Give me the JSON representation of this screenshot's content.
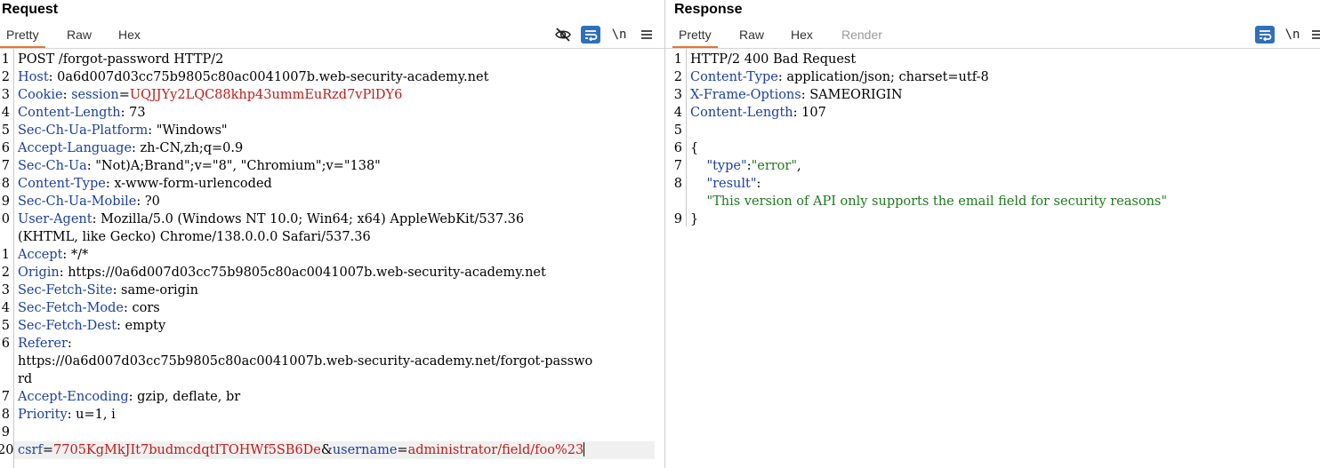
{
  "request": {
    "title": "Request",
    "tabs": [
      "Pretty",
      "Raw",
      "Hex"
    ],
    "active_tab": "Pretty",
    "tools": {
      "hide_icon": "eye-slash-icon",
      "wrap_icon": "wrap-icon",
      "newline_label": "\\n",
      "menu_icon": "hamburger-icon"
    },
    "lines": [
      {
        "n": "1",
        "parts": [
          {
            "t": "POST /forgot-password HTTP/2",
            "c": "val"
          }
        ]
      },
      {
        "n": "2",
        "parts": [
          {
            "t": "Host",
            "c": "hk"
          },
          {
            "t": ": 0a6d007d03cc75b9805c80ac0041007b.web-security-academy.net",
            "c": "val"
          }
        ]
      },
      {
        "n": "3",
        "parts": [
          {
            "t": "Cookie",
            "c": "hk"
          },
          {
            "t": ": ",
            "c": "val"
          },
          {
            "t": "session",
            "c": "hk"
          },
          {
            "t": "=",
            "c": "val"
          },
          {
            "t": "UQJJYy2LQC88khp43ummEuRzd7vPlDY6",
            "c": "red"
          }
        ]
      },
      {
        "n": "4",
        "parts": [
          {
            "t": "Content-Length",
            "c": "hk"
          },
          {
            "t": ": 73",
            "c": "val"
          }
        ]
      },
      {
        "n": "5",
        "parts": [
          {
            "t": "Sec-Ch-Ua-Platform",
            "c": "hk"
          },
          {
            "t": ": \"Windows\"",
            "c": "val"
          }
        ]
      },
      {
        "n": "6",
        "parts": [
          {
            "t": "Accept-Language",
            "c": "hk"
          },
          {
            "t": ": zh-CN,zh;q=0.9",
            "c": "val"
          }
        ]
      },
      {
        "n": "7",
        "parts": [
          {
            "t": "Sec-Ch-Ua",
            "c": "hk"
          },
          {
            "t": ": \"Not)A;Brand\";v=\"8\", \"Chromium\";v=\"138\"",
            "c": "val"
          }
        ]
      },
      {
        "n": "8",
        "parts": [
          {
            "t": "Content-Type",
            "c": "hk"
          },
          {
            "t": ": x-www-form-urlencoded",
            "c": "val"
          }
        ]
      },
      {
        "n": "9",
        "parts": [
          {
            "t": "Sec-Ch-Ua-Mobile",
            "c": "hk"
          },
          {
            "t": ": ?0",
            "c": "val"
          }
        ]
      },
      {
        "n": "0",
        "parts": [
          {
            "t": "User-Agent",
            "c": "hk"
          },
          {
            "t": ": Mozilla/5.0 (Windows NT 10.0; Win64; x64) AppleWebKit/537.36",
            "c": "val"
          }
        ]
      },
      {
        "n": "",
        "parts": [
          {
            "t": "(KHTML, like Gecko) Chrome/138.0.0.0 Safari/537.36",
            "c": "val"
          }
        ]
      },
      {
        "n": "1",
        "parts": [
          {
            "t": "Accept",
            "c": "hk"
          },
          {
            "t": ": */*",
            "c": "val"
          }
        ]
      },
      {
        "n": "2",
        "parts": [
          {
            "t": "Origin",
            "c": "hk"
          },
          {
            "t": ": https://0a6d007d03cc75b9805c80ac0041007b.web-security-academy.net",
            "c": "val"
          }
        ]
      },
      {
        "n": "3",
        "parts": [
          {
            "t": "Sec-Fetch-Site",
            "c": "hk"
          },
          {
            "t": ": same-origin",
            "c": "val"
          }
        ]
      },
      {
        "n": "4",
        "parts": [
          {
            "t": "Sec-Fetch-Mode",
            "c": "hk"
          },
          {
            "t": ": cors",
            "c": "val"
          }
        ]
      },
      {
        "n": "5",
        "parts": [
          {
            "t": "Sec-Fetch-Dest",
            "c": "hk"
          },
          {
            "t": ": empty",
            "c": "val"
          }
        ]
      },
      {
        "n": "6",
        "parts": [
          {
            "t": "Referer",
            "c": "hk"
          },
          {
            "t": ":",
            "c": "val"
          }
        ]
      },
      {
        "n": "",
        "parts": [
          {
            "t": "https://0a6d007d03cc75b9805c80ac0041007b.web-security-academy.net/forgot-passwo",
            "c": "val"
          }
        ]
      },
      {
        "n": "",
        "parts": [
          {
            "t": "rd",
            "c": "val"
          }
        ]
      },
      {
        "n": "7",
        "parts": [
          {
            "t": "Accept-Encoding",
            "c": "hk"
          },
          {
            "t": ": gzip, deflate, br",
            "c": "val"
          }
        ]
      },
      {
        "n": "8",
        "parts": [
          {
            "t": "Priority",
            "c": "hk"
          },
          {
            "t": ": u=1, i",
            "c": "val"
          }
        ]
      },
      {
        "n": "9",
        "parts": []
      },
      {
        "n": "20",
        "parts": [
          {
            "t": "csrf",
            "c": "hk"
          },
          {
            "t": "=",
            "c": "val"
          },
          {
            "t": "7705KgMkJIt7budmcdqtITOHWf5SB6De",
            "c": "red"
          },
          {
            "t": "&",
            "c": "val"
          },
          {
            "t": "username",
            "c": "hk"
          },
          {
            "t": "=",
            "c": "val"
          },
          {
            "t": "administrator/field/foo%23",
            "c": "red"
          }
        ],
        "current": true
      }
    ]
  },
  "response": {
    "title": "Response",
    "tabs": [
      "Pretty",
      "Raw",
      "Hex",
      "Render"
    ],
    "active_tab": "Pretty",
    "disabled_tab": "Render",
    "tools": {
      "wrap_icon": "wrap-icon",
      "newline_label": "\\n",
      "menu_icon": "hamburger-icon"
    },
    "lines": [
      {
        "n": "1",
        "parts": [
          {
            "t": "HTTP/2 400 Bad Request",
            "c": "val"
          }
        ]
      },
      {
        "n": "2",
        "parts": [
          {
            "t": "Content-Type",
            "c": "hk"
          },
          {
            "t": ": application/json; charset=utf-8",
            "c": "val"
          }
        ]
      },
      {
        "n": "3",
        "parts": [
          {
            "t": "X-Frame-Options",
            "c": "hk"
          },
          {
            "t": ": SAMEORIGIN",
            "c": "val"
          }
        ]
      },
      {
        "n": "4",
        "parts": [
          {
            "t": "Content-Length",
            "c": "hk"
          },
          {
            "t": ": 107",
            "c": "val"
          }
        ]
      },
      {
        "n": "5",
        "parts": []
      },
      {
        "n": "6",
        "parts": [
          {
            "t": "{",
            "c": "val"
          }
        ]
      },
      {
        "n": "7",
        "parts": [
          {
            "t": "    ",
            "c": "val"
          },
          {
            "t": "\"type\"",
            "c": "hk"
          },
          {
            "t": ":",
            "c": "val"
          },
          {
            "t": "\"error\"",
            "c": "green"
          },
          {
            "t": ",",
            "c": "val"
          }
        ]
      },
      {
        "n": "8",
        "parts": [
          {
            "t": "    ",
            "c": "val"
          },
          {
            "t": "\"result\"",
            "c": "hk"
          },
          {
            "t": ":",
            "c": "val"
          }
        ]
      },
      {
        "n": "",
        "parts": [
          {
            "t": "    ",
            "c": "val"
          },
          {
            "t": "\"This version of API only supports the email field for security reasons\"",
            "c": "green"
          }
        ]
      },
      {
        "n": "9",
        "parts": [
          {
            "t": "}",
            "c": "val"
          }
        ]
      }
    ]
  }
}
